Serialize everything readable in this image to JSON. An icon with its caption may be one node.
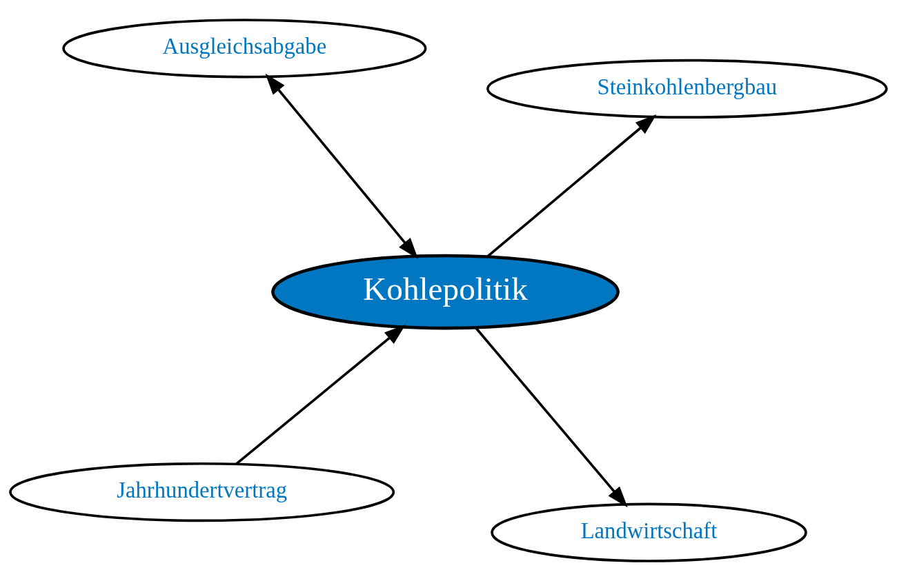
{
  "diagram": {
    "nodes": [
      {
        "text": [
          "Jahrhundertvertrag"
        ]
      },
      {
        "text": [
          "Landwirtschaft"
        ]
      },
      {
        "text": [
          "Kohlepolitik"
        ]
      },
      {
        "text": [
          "Ausgleichsabgabe"
        ]
      },
      {
        "text": [
          "Steinkohlenbergbau"
        ]
      }
    ],
    "edges": [
      {
        "from": 0,
        "to": 2,
        "arrow": "to"
      },
      {
        "from": 2,
        "to": 1,
        "arrow": "to"
      },
      {
        "from": 2,
        "to": 3,
        "arrow": "both"
      },
      {
        "from": 2,
        "to": 4,
        "arrow": "to"
      }
    ]
  }
}
